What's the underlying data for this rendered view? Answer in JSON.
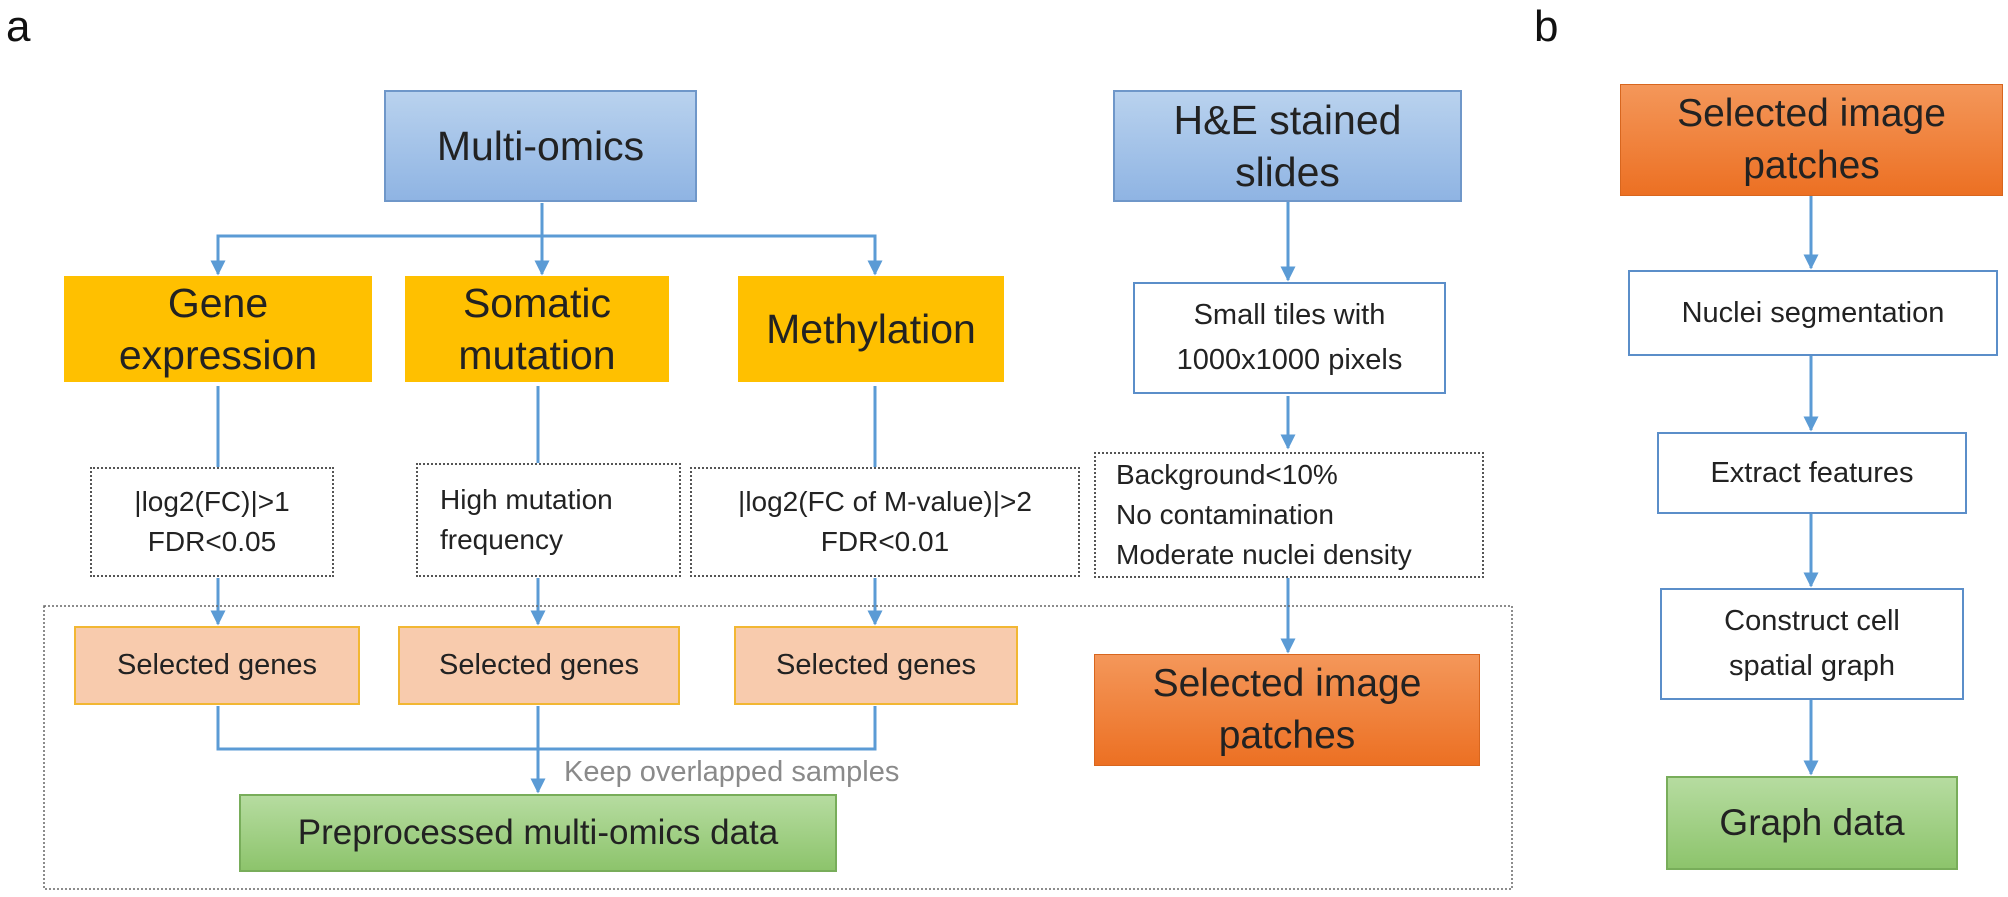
{
  "panel_labels": {
    "a": "a",
    "b": "b"
  },
  "panel_a": {
    "multi_omics": "Multi-omics",
    "he_slides": "H&E stained\nslides",
    "gene_expression": "Gene\nexpression",
    "somatic_mutation": "Somatic\nmutation",
    "methylation": "Methylation",
    "filter_gene_expression": "|log2(FC)|>1\nFDR<0.05",
    "filter_somatic_mutation": "High mutation\nfrequency",
    "filter_methylation": "|log2(FC of M-value)|>2\nFDR<0.01",
    "small_tiles": "Small tiles with\n1000x1000 pixels",
    "tile_criteria": "Background<10%\nNo contamination\nModerate nuclei density",
    "selected_genes_1": "Selected genes",
    "selected_genes_2": "Selected genes",
    "selected_genes_3": "Selected genes",
    "selected_image_patches": "Selected image\npatches",
    "keep_overlapped": "Keep overlapped samples",
    "preprocessed": "Preprocessed multi-omics data"
  },
  "panel_b": {
    "selected_image_patches": "Selected image\npatches",
    "nuclei_segmentation": "Nuclei segmentation",
    "extract_features": "Extract features",
    "construct_graph": "Construct cell\nspatial graph",
    "graph_data": "Graph data"
  },
  "colors": {
    "arrow": "#5b9bd5",
    "omics_box": "#ffc000",
    "genes_box": "#f8cbad",
    "patches_box": "#ed7d31",
    "result_box": "#a9d18e",
    "header_box": "#9dc3e6"
  }
}
